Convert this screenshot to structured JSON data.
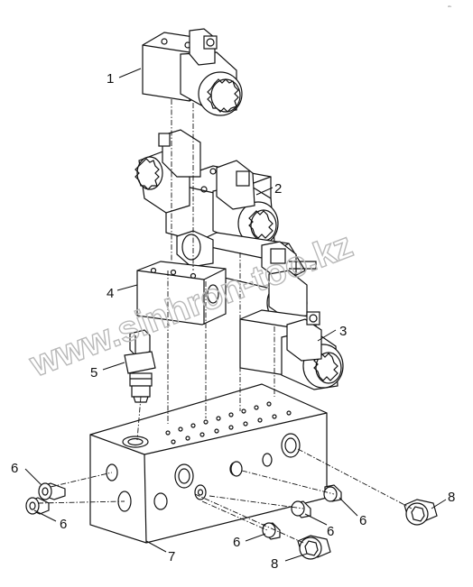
{
  "corner_mark": "ᵈᶠᵃ",
  "watermark": "www.sinhron-too.kz",
  "callouts": {
    "c1": "1",
    "c2": "2",
    "c3": "3",
    "c4": "4",
    "c5": "5",
    "c6a": "6",
    "c6b": "6",
    "c6c": "6",
    "c6d": "6",
    "c6e": "6",
    "c7": "7",
    "c8a": "8",
    "c8b": "8"
  }
}
